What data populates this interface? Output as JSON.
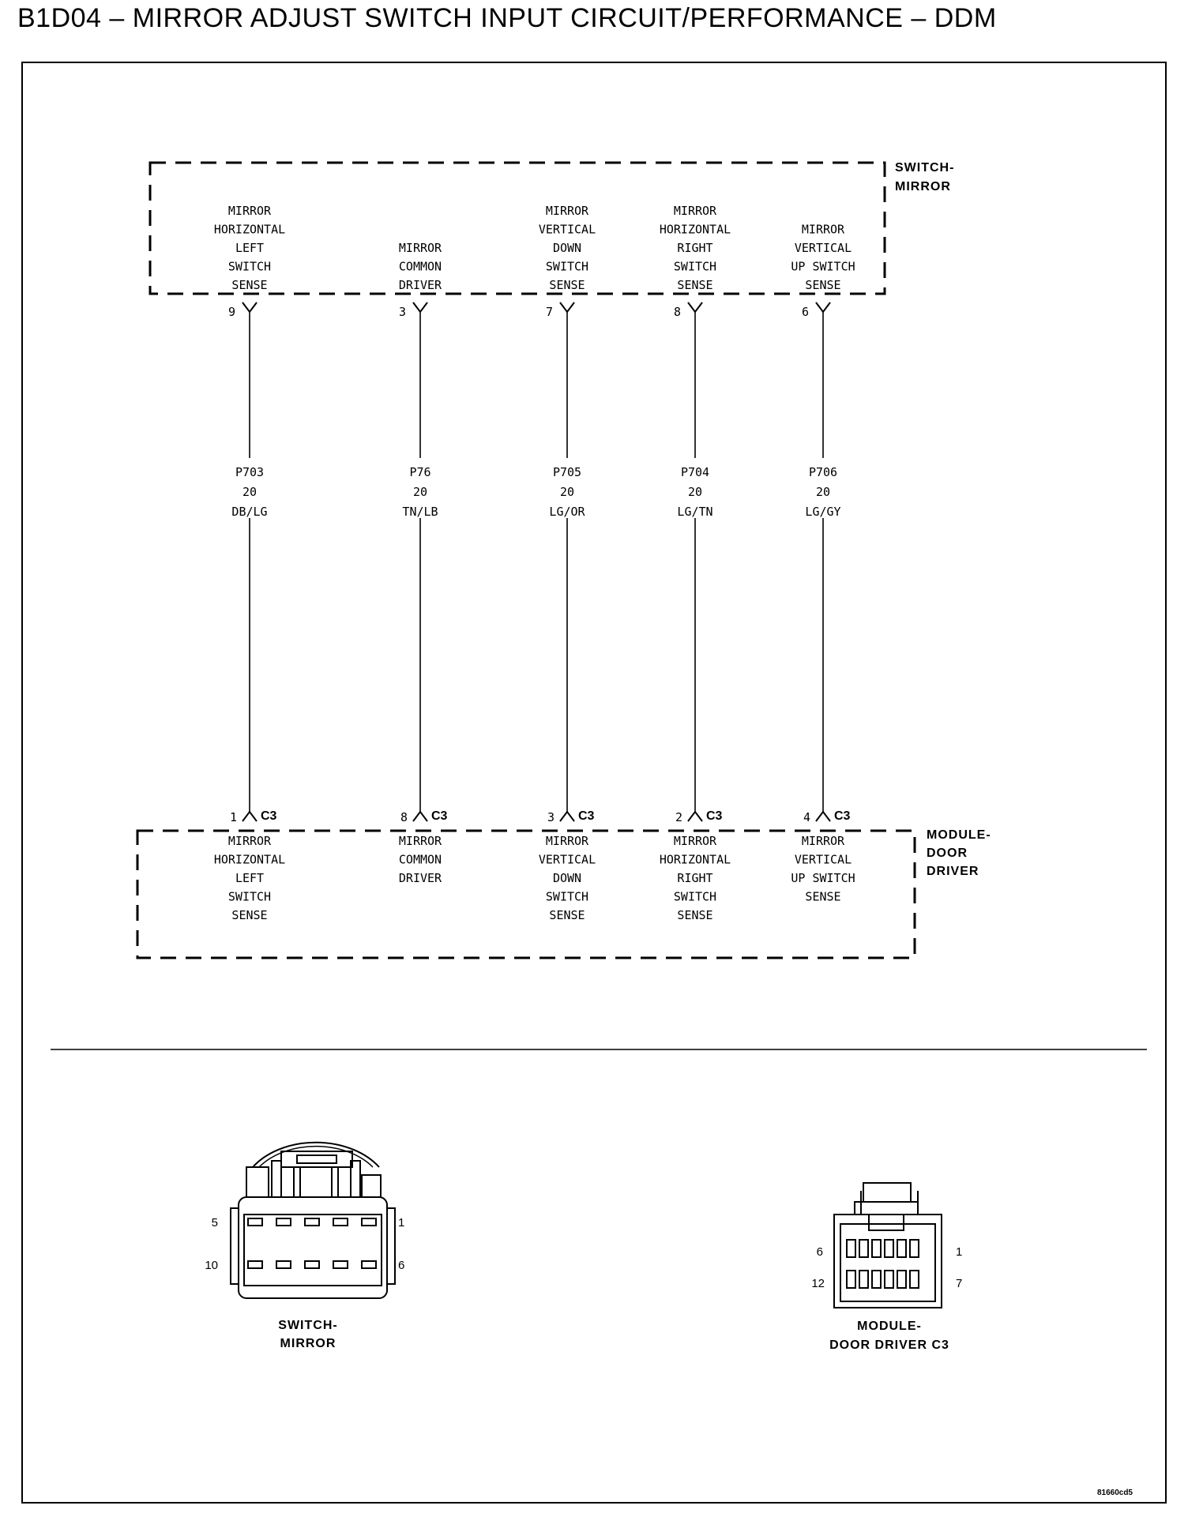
{
  "title": "B1D04 – MIRROR ADJUST SWITCH INPUT CIRCUIT/PERFORMANCE – DDM",
  "components": {
    "switch_mirror": {
      "name_lines": [
        "SWITCH-",
        "MIRROR"
      ]
    },
    "module_door_driver": {
      "name_lines": [
        "MODULE-",
        "DOOR",
        "DRIVER"
      ]
    }
  },
  "circuits": [
    {
      "top_label": [
        "MIRROR",
        "HORIZONTAL",
        "LEFT",
        "SWITCH",
        "SENSE"
      ],
      "top_pin": "9",
      "wire": [
        "P703",
        "20",
        "DB/LG"
      ],
      "bottom_pin": "1",
      "connector": "C3",
      "bottom_label": [
        "MIRROR",
        "HORIZONTAL",
        "LEFT",
        "SWITCH",
        "SENSE"
      ]
    },
    {
      "top_label": [
        "MIRROR",
        "COMMON",
        "DRIVER"
      ],
      "top_pin": "3",
      "wire": [
        "P76",
        "20",
        "TN/LB"
      ],
      "bottom_pin": "8",
      "connector": "C3",
      "bottom_label": [
        "MIRROR",
        "COMMON",
        "DRIVER"
      ]
    },
    {
      "top_label": [
        "MIRROR",
        "VERTICAL",
        "DOWN",
        "SWITCH",
        "SENSE"
      ],
      "top_pin": "7",
      "wire": [
        "P705",
        "20",
        "LG/OR"
      ],
      "bottom_pin": "3",
      "connector": "C3",
      "bottom_label": [
        "MIRROR",
        "VERTICAL",
        "DOWN",
        "SWITCH",
        "SENSE"
      ]
    },
    {
      "top_label": [
        "MIRROR",
        "HORIZONTAL",
        "RIGHT",
        "SWITCH",
        "SENSE"
      ],
      "top_pin": "8",
      "wire": [
        "P704",
        "20",
        "LG/TN"
      ],
      "bottom_pin": "2",
      "connector": "C3",
      "bottom_label": [
        "MIRROR",
        "HORIZONTAL",
        "RIGHT",
        "SWITCH",
        "SENSE"
      ]
    },
    {
      "top_label": [
        "MIRROR",
        "VERTICAL",
        "UP SWITCH",
        "SENSE"
      ],
      "top_pin": "6",
      "wire": [
        "P706",
        "20",
        "LG/GY"
      ],
      "bottom_pin": "4",
      "connector": "C3",
      "bottom_label": [
        "MIRROR",
        "VERTICAL",
        "UP SWITCH",
        "SENSE"
      ]
    }
  ],
  "connector_views": {
    "switch_mirror": {
      "name_lines": [
        "SWITCH-",
        "MIRROR"
      ],
      "pins": {
        "top_left": "5",
        "top_right": "1",
        "bottom_left": "10",
        "bottom_right": "6"
      }
    },
    "module_c3": {
      "name_lines": [
        "MODULE-",
        "DOOR DRIVER C3"
      ],
      "pins": {
        "top_left": "6",
        "top_right": "1",
        "bottom_left": "12",
        "bottom_right": "7"
      }
    }
  },
  "reference": "81660cd5"
}
